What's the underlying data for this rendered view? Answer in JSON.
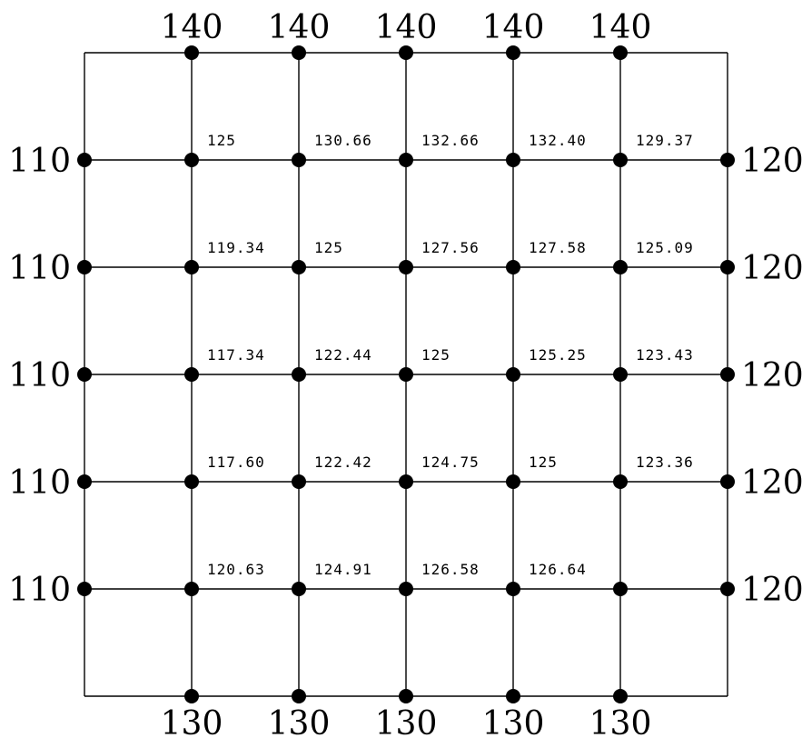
{
  "grid": {
    "top_boundary": [
      "140",
      "140",
      "140",
      "140",
      "140"
    ],
    "bottom_boundary": [
      "130",
      "130",
      "130",
      "130",
      "130"
    ],
    "left_boundary": [
      "110",
      "110",
      "110",
      "110",
      "110"
    ],
    "right_boundary": [
      "120",
      "120",
      "120",
      "120",
      "120"
    ],
    "interior_values": [
      [
        "125",
        "130.66",
        "132.66",
        "132.40",
        "129.37"
      ],
      [
        "119.34",
        "125",
        "127.56",
        "127.58",
        "125.09"
      ],
      [
        "117.34",
        "122.44",
        "125",
        "125.25",
        "123.43"
      ],
      [
        "117.60",
        "122.42",
        "124.75",
        "125",
        "123.36"
      ],
      [
        "120.63",
        "124.91",
        "126.58",
        "126.64",
        ""
      ]
    ]
  }
}
